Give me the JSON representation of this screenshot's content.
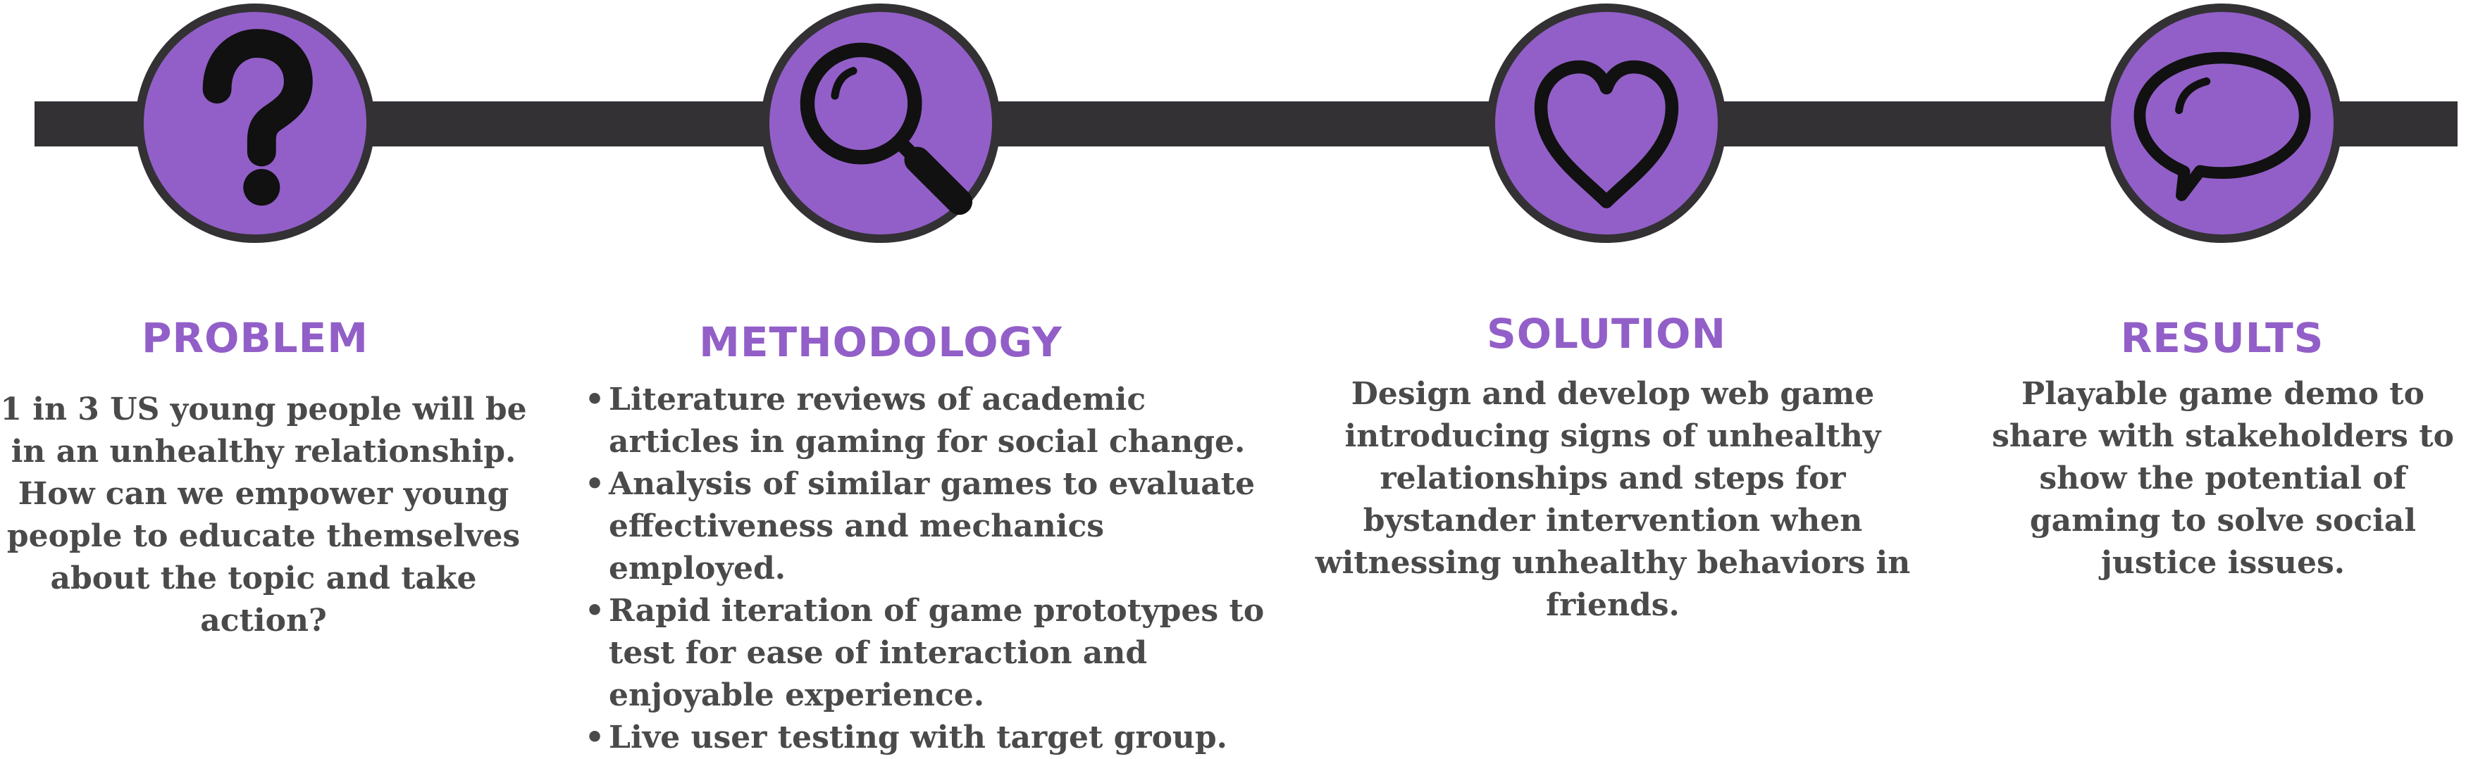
{
  "colors": {
    "accent": "#925fc8",
    "line": "#333134",
    "text": "#4a4a4a"
  },
  "steps": [
    {
      "icon": "question-mark-icon",
      "heading": "PROBLEM",
      "text": "1 in 3 US young people will be in an unhealthy relationship. How can we empower young people to educate themselves about the topic and take action?"
    },
    {
      "icon": "magnifying-glass-icon",
      "heading": "METHODOLOGY",
      "items": [
        "Literature reviews of academic articles in gaming for social change.",
        "Analysis of similar games to evaluate effectiveness and mechanics employed.",
        "Rapid iteration of game prototypes to test for ease of interaction and enjoyable experience.",
        "Live user testing with target group."
      ]
    },
    {
      "icon": "heart-icon",
      "heading": "SOLUTION",
      "text": "Design and develop web game introducing signs of unhealthy relationships and steps for bystander intervention when witnessing unhealthy behaviors in friends."
    },
    {
      "icon": "speech-bubble-icon",
      "heading": "RESULTS",
      "text": "Playable game demo to share with stakeholders to show the potential of gaming to solve social justice issues."
    }
  ]
}
